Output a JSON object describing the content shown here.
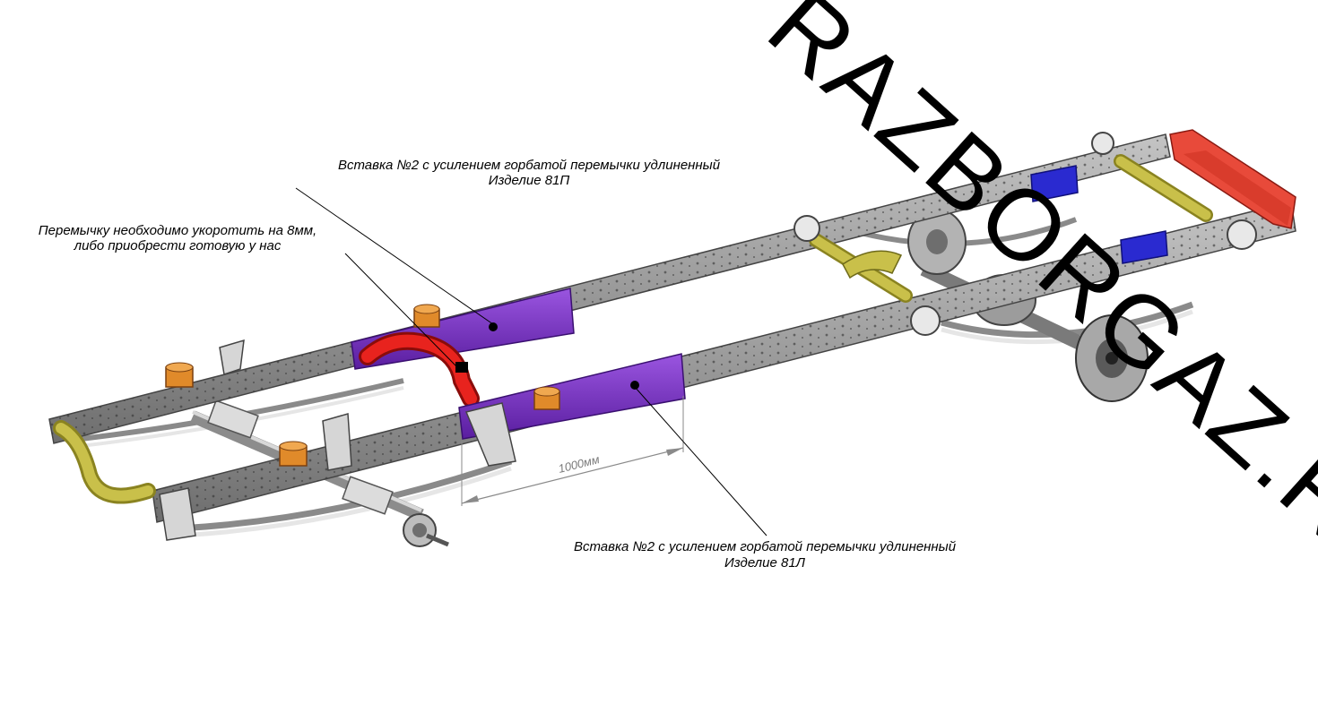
{
  "watermark": "RAZBORGAZ.RU",
  "labels": {
    "insert_right_line1": "Вставка №2 с усилением горбатой перемычки удлиненный",
    "insert_right_line2": "Изделие 81П",
    "crossmember_line1": "Перемычку необходимо укоротить на 8мм,",
    "crossmember_line2": "либо приобрести готовую у нас",
    "insert_left_line1": "Вставка №2 с усилением горбатой перемычки удлиненный",
    "insert_left_line2": "Изделие 81Л"
  },
  "dimension": {
    "label": "1000мм"
  },
  "colors": {
    "rail": "#9a9a9a",
    "rail_dark": "#6e6e6e",
    "insert": "#7a2fc4",
    "crossmember": "#e8231e",
    "rear_frame": "#e84a3a",
    "tube": "#c9c04a",
    "mount": "#e08a2a",
    "bracket_blue": "#2a2ad0"
  }
}
